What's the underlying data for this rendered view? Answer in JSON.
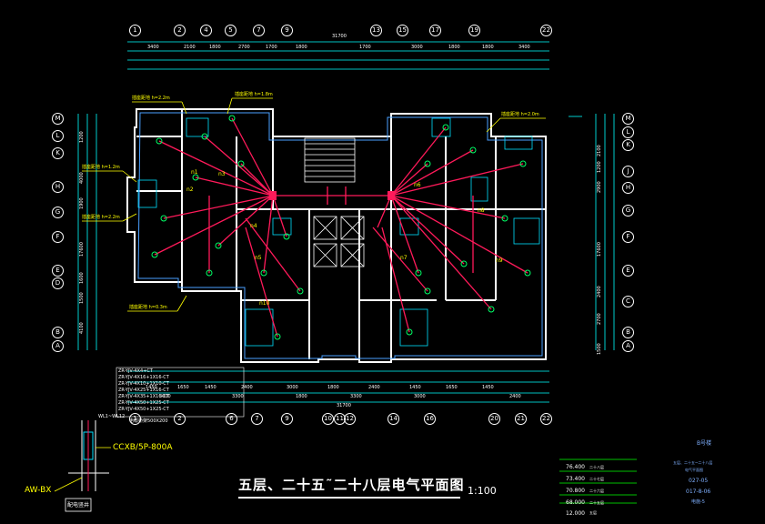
{
  "drawing": {
    "title": "五层、二十五˜二十八层电气平面图",
    "scale": "1:100"
  },
  "top_axes": [
    "1",
    "2",
    "4",
    "5",
    "7",
    "9",
    "13",
    "15",
    "17",
    "19",
    "22"
  ],
  "bottom_axes": [
    "1",
    "2",
    "6",
    "7",
    "9",
    "10",
    "11",
    "12",
    "14",
    "16",
    "20",
    "21",
    "22"
  ],
  "left_axes": [
    "M",
    "L",
    "K",
    "H",
    "G",
    "F",
    "E",
    "D",
    "B",
    "A"
  ],
  "right_axes": [
    "M",
    "L",
    "K",
    "J",
    "H",
    "G",
    "F",
    "E",
    "C",
    "B",
    "A"
  ],
  "top_dims_row1": [
    "3400",
    "2100",
    "1800",
    "2700",
    "1700",
    "1800",
    "1700",
    "3000",
    "1800",
    "1800",
    "3400"
  ],
  "top_total": "31700",
  "bottom_dims_row1": [
    "1450",
    "1650",
    "1450",
    "2400",
    "3000",
    "1800",
    "2400",
    "1450",
    "1650",
    "1450"
  ],
  "bottom_dims_row2": [
    "3000",
    "3300",
    "1800",
    "3300",
    "3000",
    "2400"
  ],
  "bottom_total": "31700",
  "left_dims": [
    "1200",
    "4000",
    "1900",
    "17600",
    "1600",
    "1500",
    "4100"
  ],
  "right_dims": [
    "2100",
    "1200",
    "2900",
    "17600",
    "2400",
    "2700",
    "1500"
  ],
  "callouts": [
    "插座距地 h=2.2m",
    "插座距地 h=1.8m",
    "插座距地 h=2.0m",
    "插座距地 h=1.2m",
    "插座距地 h=2.2m",
    "插座距地 h=0.3m"
  ],
  "circuits": [
    "n1",
    "n2",
    "n3",
    "n4",
    "n5",
    "n6",
    "n7",
    "n8",
    "n9",
    "n10"
  ],
  "cable_legend": [
    "ZR-YJV-4X4+CT",
    "ZR-YJV-4X16+1X16-CT",
    "ZR-YJV-4X10+1X10-CT",
    "ZR-YJV-4X25+1X16-CT",
    "ZR-YJV-4X35+1X16-CT",
    "ZR-YJV-4X50+1X25-CT",
    "ZR-YJV-4X50+1X25-CT"
  ],
  "legend_note": "电缆桥架500X200",
  "riser": {
    "tag": "WL1~WL12",
    "breaker": "CCXB/5P-800A",
    "box": "AW-BX",
    "caption": "配电竖井"
  },
  "elevation_table": [
    {
      "value": "76.400",
      "note": "二十八层"
    },
    {
      "value": "73.400",
      "note": "二十七层"
    },
    {
      "value": "70.800",
      "note": "二十六层"
    },
    {
      "value": "68.000",
      "note": "二十五层"
    },
    {
      "value": "12.000",
      "note": "五层"
    }
  ],
  "info_block": {
    "building": "B号楼",
    "sheet_title_1": "五层、二十五~二十八层",
    "sheet_title_2": "电气平面图",
    "number": "027-05",
    "date": "017-8-06",
    "sheet": "电施-5"
  },
  "colors": {
    "wire": "#ff1a5a",
    "wall": "#ffffff",
    "furniture": "#00e0ff",
    "callout": "#ffff00",
    "dim": "#00ffff",
    "device": "#00ff66",
    "frame": "#00ff00"
  }
}
